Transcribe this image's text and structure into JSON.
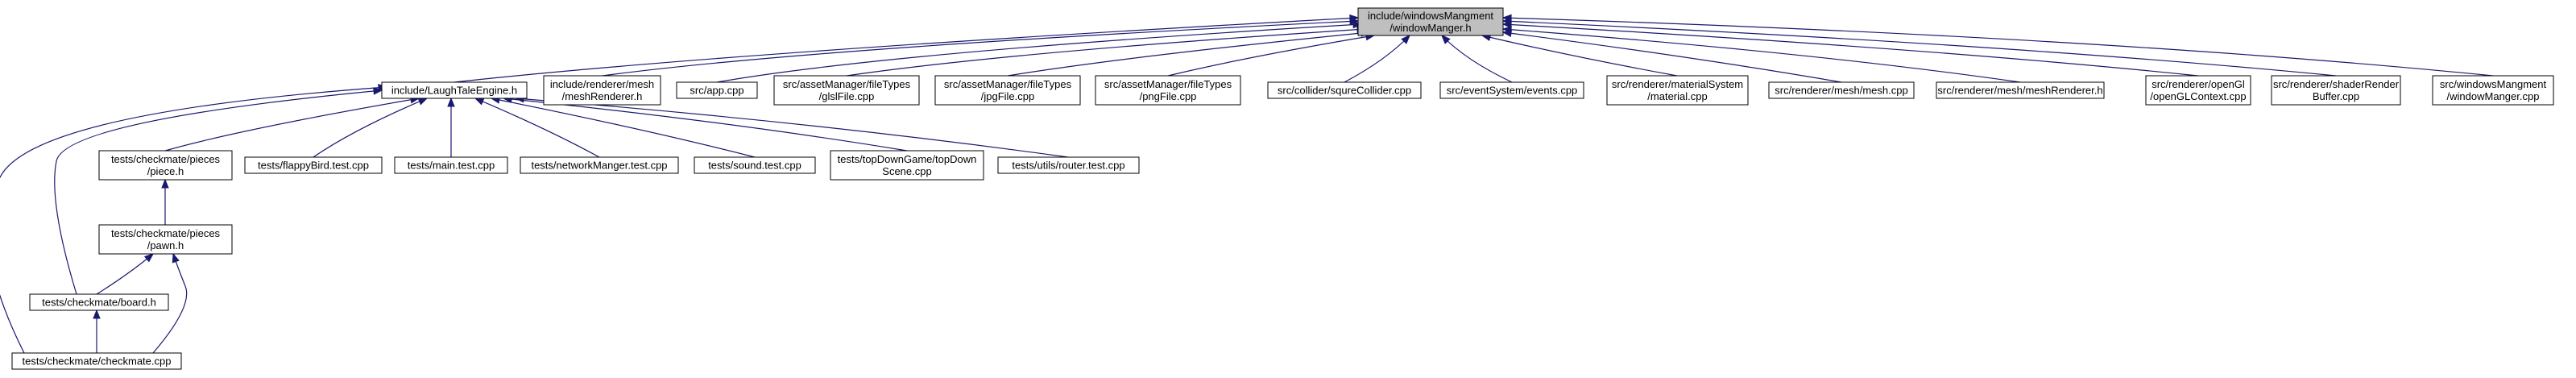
{
  "diagram": {
    "type": "include-dependency-graph",
    "nodes": [
      {
        "id": "root",
        "lines": [
          "include/windowsMangment",
          "/windowManger.h"
        ],
        "highlight": true
      },
      {
        "id": "engine",
        "lines": [
          "include/LaughTaleEngine.h"
        ]
      },
      {
        "id": "meshRendererH",
        "lines": [
          "include/renderer/mesh",
          "/meshRenderer.h"
        ]
      },
      {
        "id": "app",
        "lines": [
          "src/app.cpp"
        ]
      },
      {
        "id": "glsl",
        "lines": [
          "src/assetManager/fileTypes",
          "/glslFile.cpp"
        ]
      },
      {
        "id": "jpg",
        "lines": [
          "src/assetManager/fileTypes",
          "/jpgFile.cpp"
        ]
      },
      {
        "id": "png",
        "lines": [
          "src/assetManager/fileTypes",
          "/pngFile.cpp"
        ]
      },
      {
        "id": "collider",
        "lines": [
          "src/collider/squreCollider.cpp"
        ]
      },
      {
        "id": "events",
        "lines": [
          "src/eventSystem/events.cpp"
        ]
      },
      {
        "id": "material",
        "lines": [
          "src/renderer/materialSystem",
          "/material.cpp"
        ]
      },
      {
        "id": "meshCpp",
        "lines": [
          "src/renderer/mesh/mesh.cpp"
        ]
      },
      {
        "id": "meshRendererSrcH",
        "lines": [
          "src/renderer/mesh/meshRenderer.h"
        ]
      },
      {
        "id": "openGL",
        "lines": [
          "src/renderer/openGl",
          "/openGLContext.cpp"
        ]
      },
      {
        "id": "shaderBuf",
        "lines": [
          "src/renderer/shaderRender",
          "Buffer.cpp"
        ]
      },
      {
        "id": "windowMgrCpp",
        "lines": [
          "src/windowsMangment",
          "/windowManger.cpp"
        ]
      },
      {
        "id": "pieceH",
        "lines": [
          "tests/checkmate/pieces",
          "/piece.h"
        ]
      },
      {
        "id": "flappy",
        "lines": [
          "tests/flappyBird.test.cpp"
        ]
      },
      {
        "id": "mainTest",
        "lines": [
          "tests/main.test.cpp"
        ]
      },
      {
        "id": "network",
        "lines": [
          "tests/networkManger.test.cpp"
        ]
      },
      {
        "id": "sound",
        "lines": [
          "tests/sound.test.cpp"
        ]
      },
      {
        "id": "topDown",
        "lines": [
          "tests/topDownGame/topDown",
          "Scene.cpp"
        ]
      },
      {
        "id": "router",
        "lines": [
          "tests/utils/router.test.cpp"
        ]
      },
      {
        "id": "pawnH",
        "lines": [
          "tests/checkmate/pieces",
          "/pawn.h"
        ]
      },
      {
        "id": "boardH",
        "lines": [
          "tests/checkmate/board.h"
        ]
      },
      {
        "id": "checkmateCpp",
        "lines": [
          "tests/checkmate/checkmate.cpp"
        ]
      }
    ],
    "edges": [
      {
        "from": "engine",
        "to": "root"
      },
      {
        "from": "meshRendererH",
        "to": "root"
      },
      {
        "from": "app",
        "to": "root"
      },
      {
        "from": "glsl",
        "to": "root"
      },
      {
        "from": "jpg",
        "to": "root"
      },
      {
        "from": "png",
        "to": "root"
      },
      {
        "from": "collider",
        "to": "root"
      },
      {
        "from": "events",
        "to": "root"
      },
      {
        "from": "material",
        "to": "root"
      },
      {
        "from": "meshCpp",
        "to": "root"
      },
      {
        "from": "meshRendererSrcH",
        "to": "root"
      },
      {
        "from": "openGL",
        "to": "root"
      },
      {
        "from": "shaderBuf",
        "to": "root"
      },
      {
        "from": "windowMgrCpp",
        "to": "root"
      },
      {
        "from": "pieceH",
        "to": "engine"
      },
      {
        "from": "flappy",
        "to": "engine"
      },
      {
        "from": "mainTest",
        "to": "engine"
      },
      {
        "from": "network",
        "to": "engine"
      },
      {
        "from": "sound",
        "to": "engine"
      },
      {
        "from": "topDown",
        "to": "engine"
      },
      {
        "from": "router",
        "to": "engine"
      },
      {
        "from": "boardH",
        "to": "engine"
      },
      {
        "from": "checkmateCpp",
        "to": "engine"
      },
      {
        "from": "pawnH",
        "to": "pieceH"
      },
      {
        "from": "boardH",
        "to": "pawnH"
      },
      {
        "from": "checkmateCpp",
        "to": "pawnH"
      },
      {
        "from": "checkmateCpp",
        "to": "boardH"
      }
    ],
    "colors": {
      "edge": "#191970",
      "root_fill": "#bfbfbf",
      "node_fill": "#ffffff",
      "node_border": "#000000"
    }
  }
}
